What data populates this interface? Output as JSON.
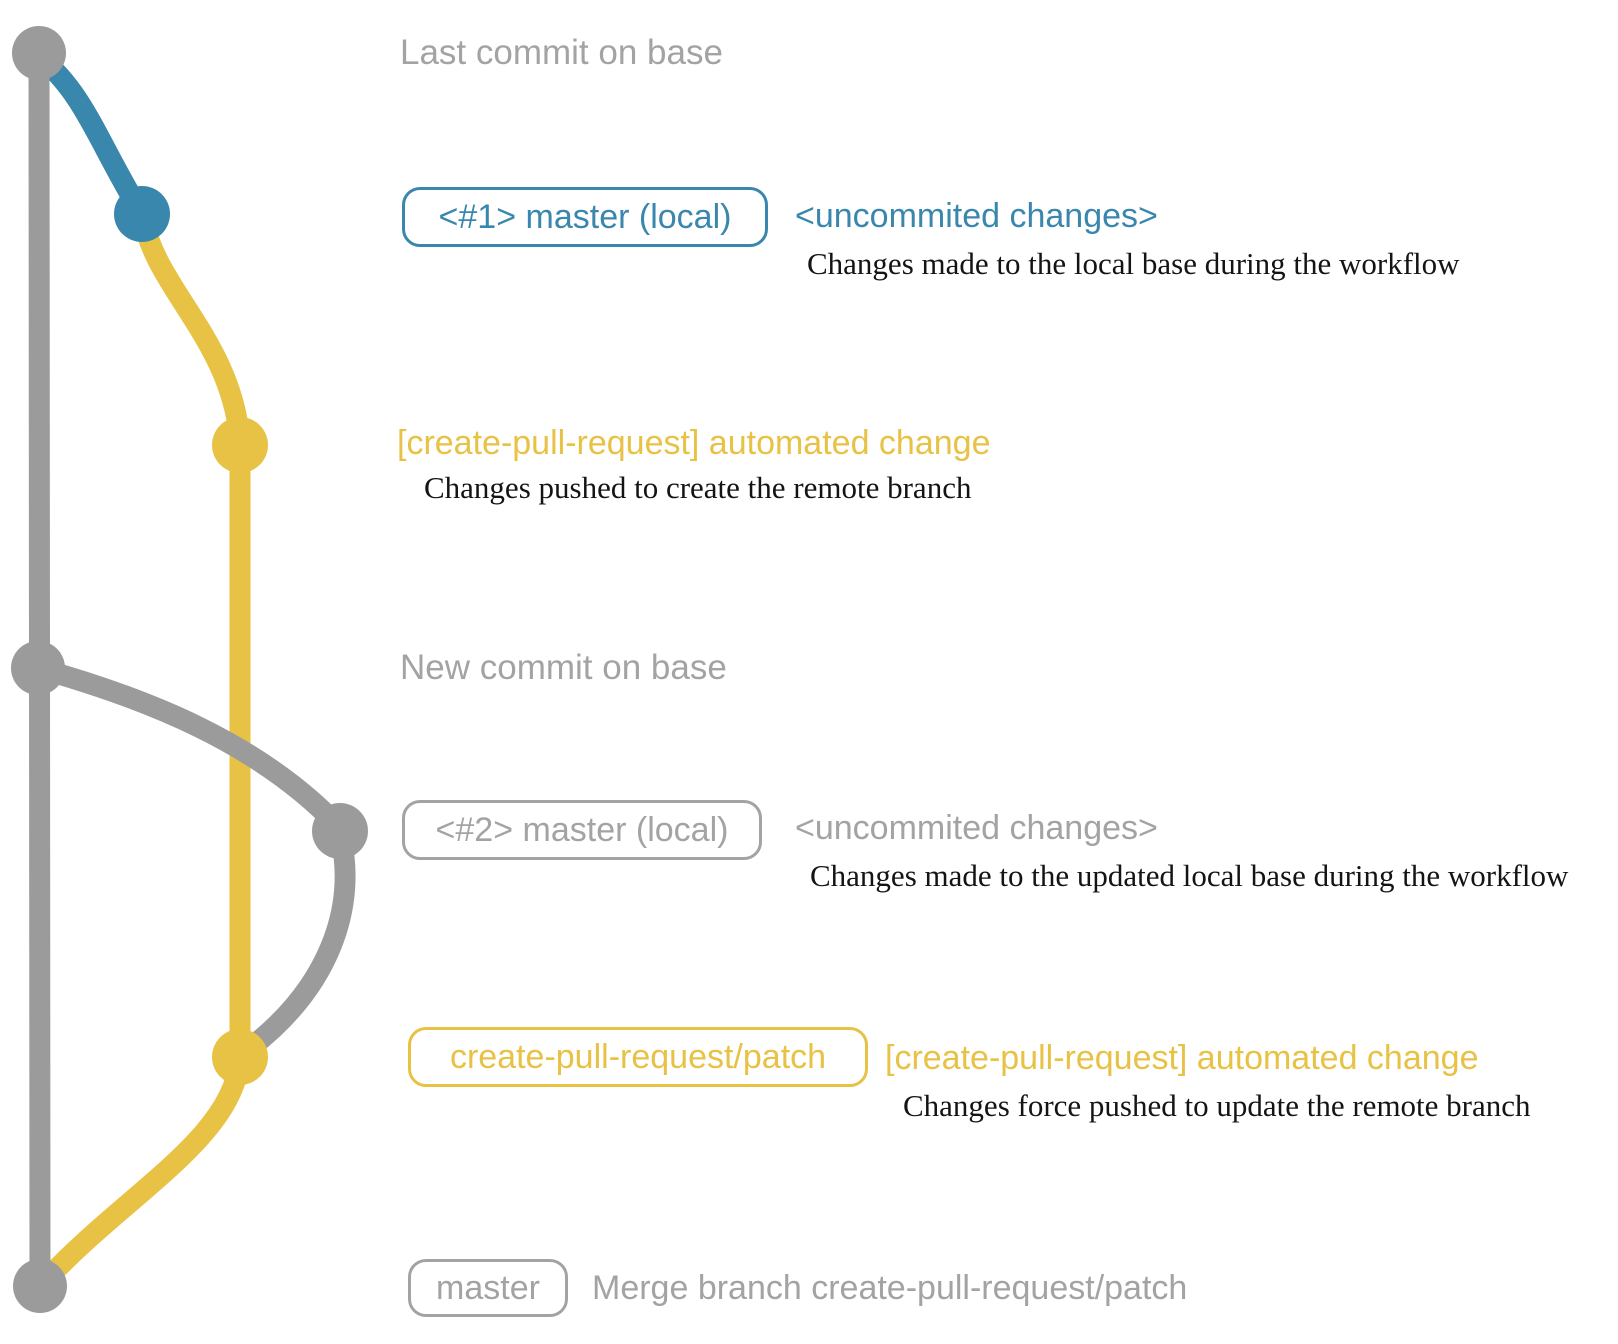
{
  "colors": {
    "gray": "#9b9b9b",
    "muted": "#a3a3a3",
    "blue": "#3a87ad",
    "yellow": "#e7c245",
    "ink": "#141414",
    "background": "#ffffff"
  },
  "annotations": {
    "last_commit": {
      "title": "Last commit on base"
    },
    "commit1": {
      "badge": "<#1> master (local)",
      "note": "<uncommited changes>",
      "description": "Changes made to the local base during the workflow"
    },
    "push1": {
      "label": "[create-pull-request] automated change",
      "description": "Changes pushed to create the remote branch"
    },
    "new_commit": {
      "title": "New commit on base"
    },
    "commit2": {
      "badge": "<#2> master (local)",
      "note": "<uncommited changes>",
      "description": "Changes made to the updated local base during the workflow"
    },
    "push2": {
      "badge": "create-pull-request/patch",
      "label": "[create-pull-request] automated change",
      "description": "Changes force pushed to update the remote branch"
    },
    "merge": {
      "badge": "master",
      "label": "Merge branch create-pull-request/patch"
    }
  }
}
